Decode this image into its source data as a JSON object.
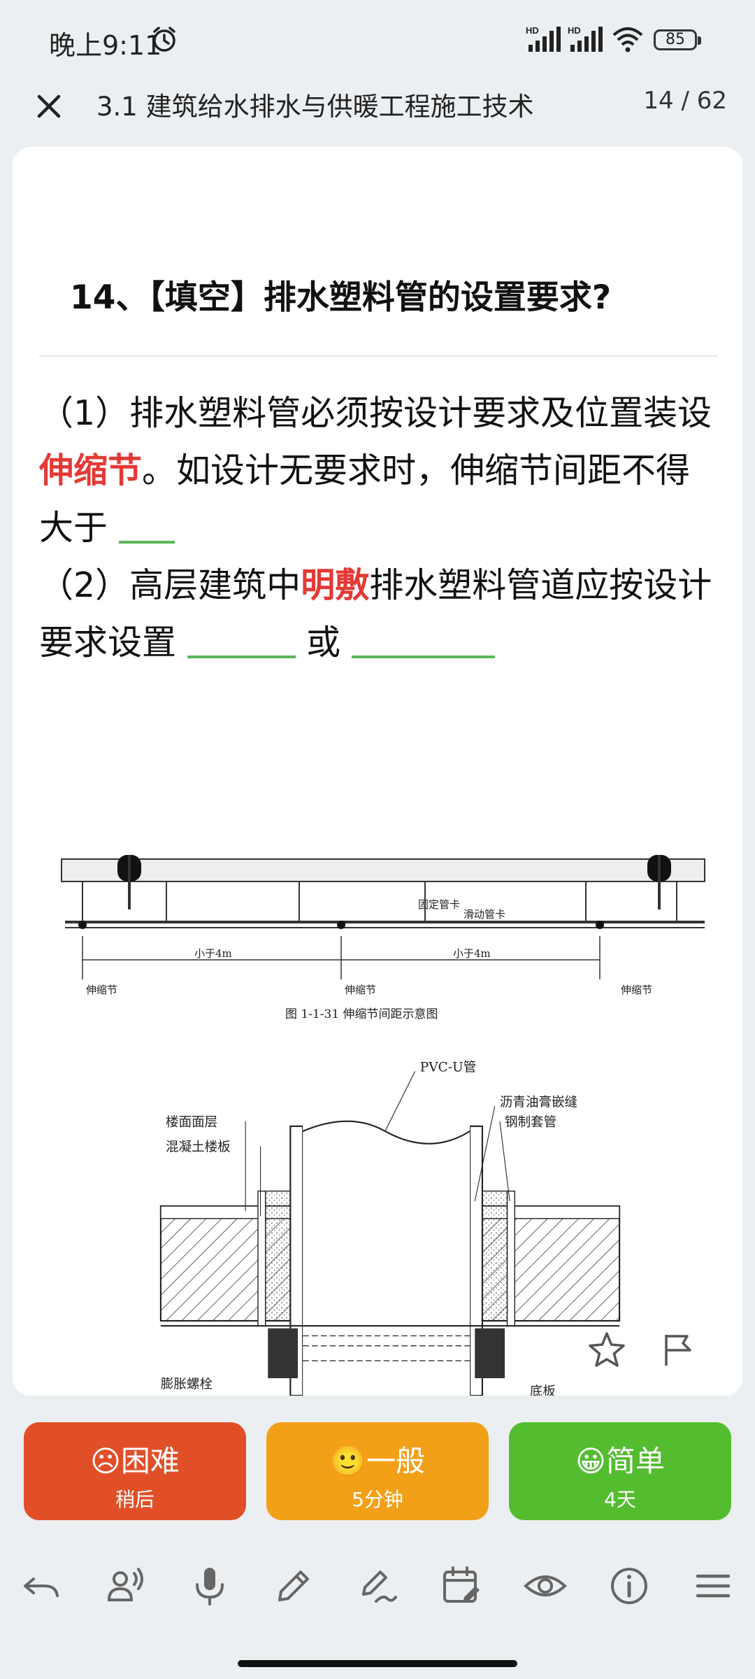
{
  "status_bar": {
    "time": "晚上9:11",
    "signal_1_label": "HD",
    "signal_2_label": "HD",
    "battery": "85"
  },
  "header": {
    "title": "3.1 建筑给水排水与供暖工程施工技术",
    "pager": "14 / 62"
  },
  "card": {
    "question": "14、【填空】排水塑料管的设置要求?",
    "answer": {
      "p1_a": "（1）排水塑料管必须按设计要求及位置装设",
      "p1_red": "伸缩节",
      "p1_b": "。如设计无要求时，伸缩节间距不得大于",
      "p2_a": "（2）高层建筑中",
      "p2_red": "明敷",
      "p2_b": "排水塑料管道应按设计要求设置",
      "p2_or": "或"
    },
    "figure1": {
      "label_fixed": "固定管卡",
      "label_sliding": "滑动管卡",
      "label_span_left": "小于4m",
      "label_span_right": "小于4m",
      "label_joint_left": "伸缩节",
      "label_joint_mid": "伸缩节",
      "label_joint_right": "伸缩节",
      "caption": "图 1-1-31  伸缩节间距示意图"
    },
    "figure2": {
      "label_pipe": "PVC-U管",
      "label_sealant": "沥青油膏嵌缝",
      "label_sleeve": "钢制套管",
      "label_floor_surface": "楼面面层",
      "label_slab": "混凝土楼板",
      "label_bolt": "膨胀螺栓",
      "label_base": "底板"
    }
  },
  "ratings": [
    {
      "emoji": "☹",
      "label": "困难",
      "sub": "稍后"
    },
    {
      "emoji": "🙂",
      "label": "一般",
      "sub": "5分钟"
    },
    {
      "emoji": "😀",
      "label": "简单",
      "sub": "4天"
    }
  ],
  "colors": {
    "hard": "#e04f28",
    "ok": "#f3a019",
    "easy": "#53bd2f",
    "highlight": "#e53935",
    "blank_line": "#5ab85a"
  },
  "toolbar_icons": [
    "undo-icon",
    "voice-person-icon",
    "mic-icon",
    "pencil-icon",
    "edit-note-icon",
    "calendar-edit-icon",
    "eye-icon",
    "info-icon",
    "menu-icon"
  ]
}
